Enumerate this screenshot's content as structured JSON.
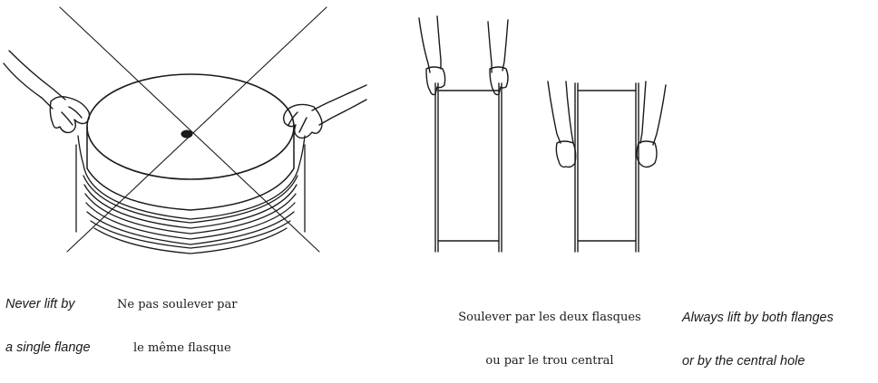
{
  "left_panel": {
    "caption_en": [
      "Never lift by",
      "a single flange"
    ],
    "caption_fr": [
      "Ne pas soulever par",
      "le même flasque"
    ],
    "status": "prohibited"
  },
  "right_panel": {
    "caption_fr": [
      "Soulever par les deux flasques",
      "ou par le trou central"
    ],
    "caption_en": [
      "Always lift by both flanges",
      "or by the central hole"
    ],
    "status": "correct"
  },
  "colors": {
    "ink": "#1a1a1a",
    "background": "#ffffff"
  }
}
